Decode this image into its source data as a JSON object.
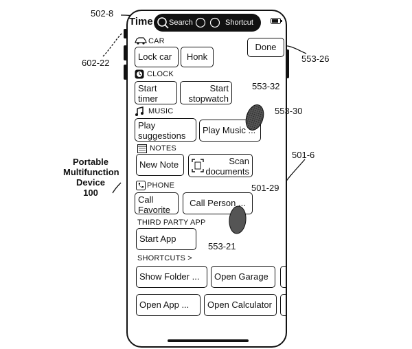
{
  "header": {
    "time": "Time",
    "search": "Search",
    "shortcut": "Shortcut"
  },
  "done": "Done",
  "sections": {
    "car": {
      "label": "CAR",
      "buttons": [
        "Lock car",
        "Honk"
      ]
    },
    "clock": {
      "label": "CLOCK",
      "buttons": [
        {
          "l1": "Start",
          "l2": "timer"
        },
        {
          "l1": "Start",
          "l2": "stopwatch"
        }
      ]
    },
    "music": {
      "label": "MUSIC",
      "buttons": [
        {
          "l1": "Play",
          "l2": "suggestions"
        },
        "Play Music ..."
      ]
    },
    "notes": {
      "label": "NOTES",
      "buttons": [
        "New Note",
        {
          "l1": "Scan",
          "l2": "documents"
        }
      ]
    },
    "phone": {
      "label": "PHONE",
      "buttons": [
        {
          "l1": "Call",
          "l2": "Favorite"
        },
        "Call Person ..."
      ]
    },
    "third": {
      "label": "THIRD PARTY APP",
      "buttons": [
        "Start App"
      ]
    },
    "shortcuts": {
      "label": "SHORTCUTS >",
      "buttons": [
        "Show Folder ...",
        "Open Garage",
        "Open App ...",
        "Open Calculator"
      ]
    }
  },
  "refs": {
    "r502_8": "502-8",
    "r602_22": "602-22",
    "r553_26": "553-26",
    "r553_32": "553-32",
    "r553_30": "553-30",
    "r501_6": "501-6",
    "r501_29": "501-29",
    "r553_21": "553-21"
  },
  "device": {
    "l1": "Portable",
    "l2": "Multifunction",
    "l3": "Device",
    "l4": "100"
  },
  "icons": {
    "car": "car-icon",
    "clock": "clock-icon",
    "music": "music-note-icon",
    "notes": "notepad-icon",
    "phone": "phone-icon",
    "search": "search-icon",
    "battery": "battery-icon",
    "scan": "scan-document-icon"
  }
}
